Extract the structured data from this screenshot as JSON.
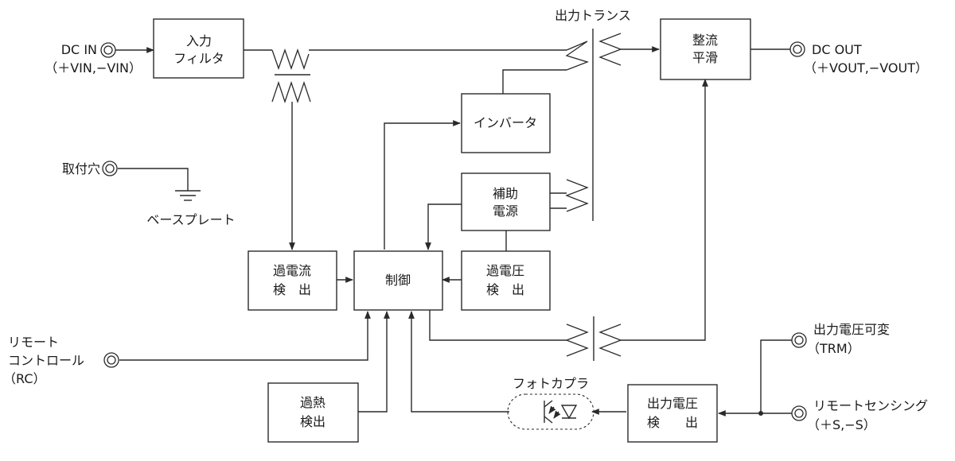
{
  "terminals": {
    "dc_in": "DC IN",
    "dc_in_sub": "（＋VIN,−VIN）",
    "dc_out": "DC OUT",
    "dc_out_sub": "（＋VOUT,−VOUT）",
    "mount_hole": "取付穴",
    "base_plate": "ベースプレート",
    "remote_control_1": "リモート",
    "remote_control_2": "コントロール",
    "remote_control_3": "（RC）",
    "trim_1": "出力電圧可変",
    "trim_2": "（TRM）",
    "sense_1": "リモートセンシング",
    "sense_2": "（＋S,−S）"
  },
  "blocks": {
    "input_filter_1": "入力",
    "input_filter_2": "フィルタ",
    "output_transformer": "出力トランス",
    "rectifier_1": "整流",
    "rectifier_2": "平滑",
    "inverter": "インバータ",
    "aux_power_1": "補助",
    "aux_power_2": "電源",
    "overcurrent_1": "過電流",
    "overcurrent_2": "検　出",
    "control": "制御",
    "overvoltage_1": "過電圧",
    "overvoltage_2": "検　出",
    "overheat_1": "過熱",
    "overheat_2": "検出",
    "photocoupler": "フォトカプラ",
    "out_voltage_1": "出力電圧",
    "out_voltage_2": "検　　出"
  }
}
